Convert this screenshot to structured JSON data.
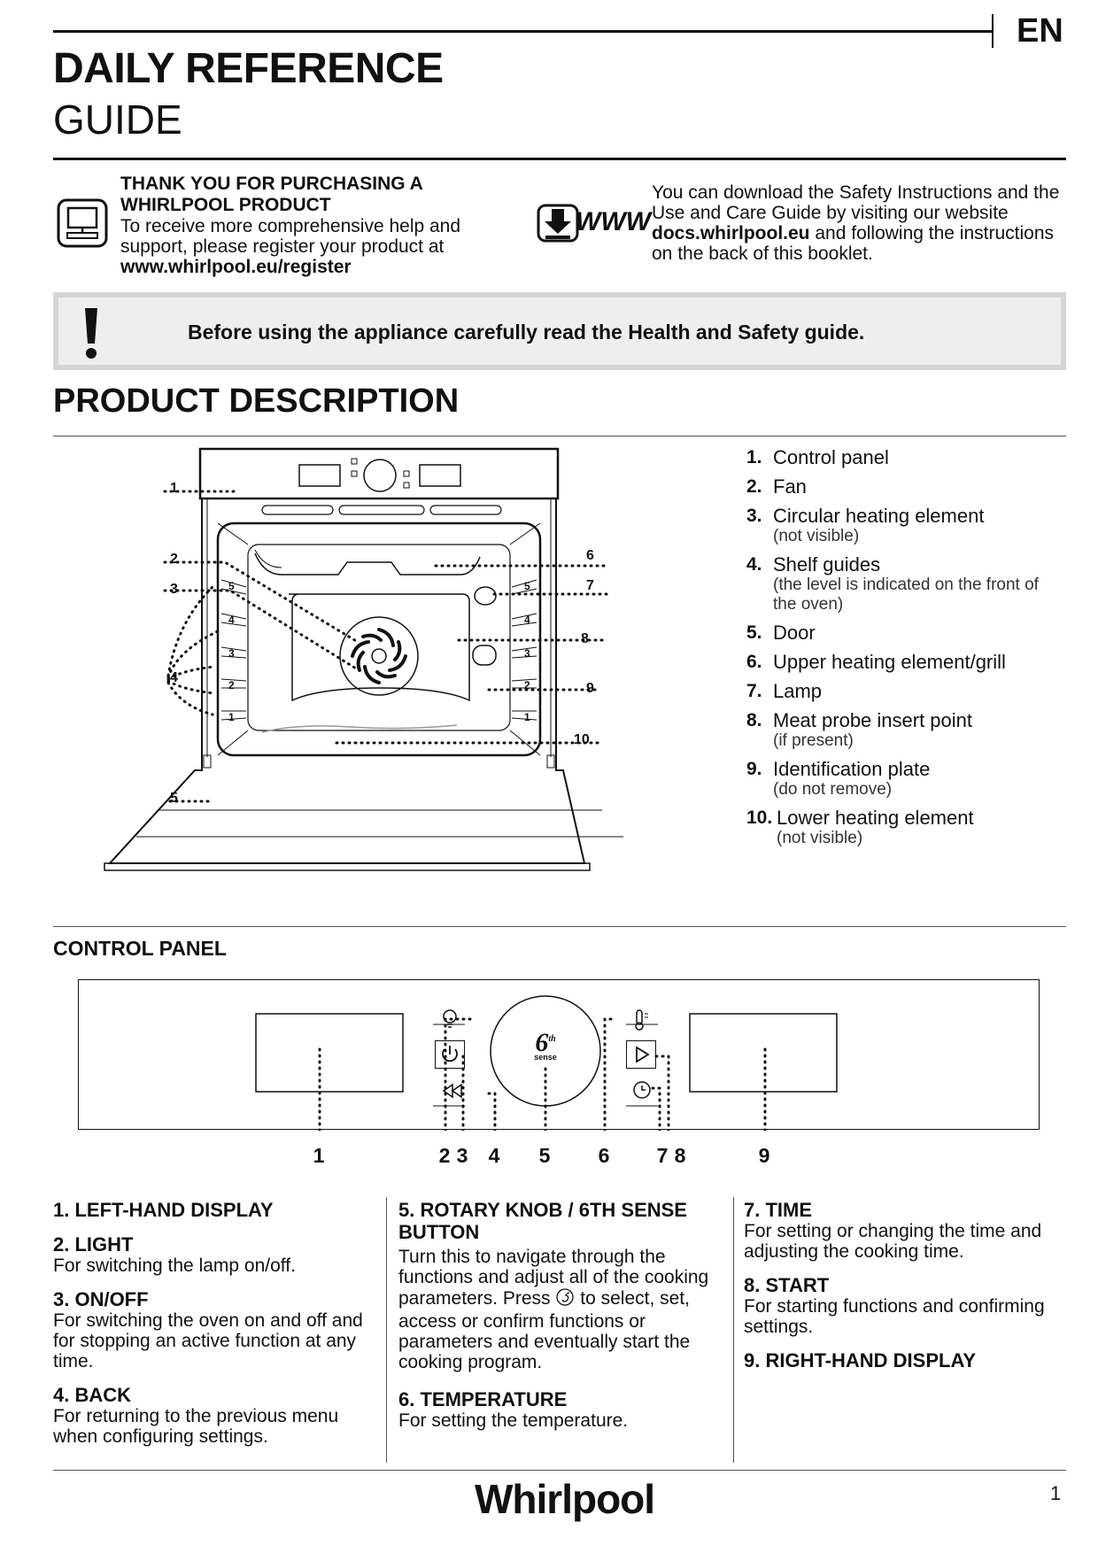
{
  "header": {
    "language": "EN",
    "title_line1": "DAILY REFERENCE",
    "title_line2": "GUIDE"
  },
  "intro": {
    "register": {
      "icon": "computer-monitor-icon",
      "title": "THANK YOU FOR PURCHASING A WHIRLPOOL PRODUCT",
      "text": "To receive more comprehensive help and support, please register your product at",
      "url": "www.whirlpool.eu/register"
    },
    "download": {
      "icon": "download-www-icon",
      "icon_text": "WWW",
      "text_before": "You can download the Safety Instructions and the Use and Care Guide by visiting our website",
      "site": "docs.whirlpool.eu",
      "text_after": "and following the instructions on the back of this booklet."
    }
  },
  "warning": {
    "icon": "exclamation-icon",
    "text": "Before using the appliance carefully read the Health and Safety guide."
  },
  "product_description": {
    "heading": "PRODUCT DESCRIPTION",
    "diagram_labels": [
      "1",
      "2",
      "3",
      "4",
      "5",
      "6",
      "7",
      "8",
      "9",
      "10"
    ],
    "shelf_levels": [
      "5",
      "4",
      "3",
      "2",
      "1"
    ],
    "parts": [
      {
        "num": "1.",
        "label": "Control panel",
        "note": ""
      },
      {
        "num": "2.",
        "label": "Fan",
        "note": ""
      },
      {
        "num": "3.",
        "label": "Circular heating element",
        "note": "(not visible)"
      },
      {
        "num": "4.",
        "label": "Shelf guides",
        "note": "(the level is indicated on the front of the oven)"
      },
      {
        "num": "5.",
        "label": "Door",
        "note": ""
      },
      {
        "num": "6.",
        "label": "Upper heating element/grill",
        "note": ""
      },
      {
        "num": "7.",
        "label": "Lamp",
        "note": ""
      },
      {
        "num": "8.",
        "label": "Meat probe insert point",
        "note": "(if present)"
      },
      {
        "num": "9.",
        "label": "Identification plate",
        "note": "(do not remove)"
      },
      {
        "num": "10.",
        "label": "Lower heating element",
        "note": "(not visible)"
      }
    ]
  },
  "control_panel": {
    "heading": "CONTROL PANEL",
    "knob_text_top": "6",
    "knob_text_th": "th",
    "knob_text_bottom": "sense",
    "numbers": [
      "1",
      "2",
      "3",
      "4",
      "5",
      "6",
      "7",
      "8",
      "9"
    ],
    "columns": [
      [
        {
          "title": "1. LEFT-HAND DISPLAY",
          "text": ""
        },
        {
          "title": "2. LIGHT",
          "text": "For switching the lamp on/off."
        },
        {
          "title": "3. ON/OFF",
          "text": "For switching the oven on and off and for stopping an active function at any time."
        },
        {
          "title": "4. BACK",
          "text": "For returning to the previous menu when configuring settings."
        }
      ],
      [
        {
          "title": "5. ROTARY KNOB / 6TH SENSE BUTTON",
          "text_before": "Turn this to navigate through the functions and adjust all of the cooking parameters. Press",
          "text_after": "to select, set, access or confirm functions or parameters and eventually start the cooking program."
        },
        {
          "title": "6. TEMPERATURE",
          "text": "For setting the temperature."
        }
      ],
      [
        {
          "title": "7. TIME",
          "text": "For setting or changing the time and adjusting the cooking time."
        },
        {
          "title": "8. START",
          "text": "For starting functions and confirming settings."
        },
        {
          "title": "9. RIGHT-HAND DISPLAY",
          "text": ""
        }
      ]
    ]
  },
  "footer": {
    "brand": "Whirlpool",
    "page_number": "1"
  }
}
